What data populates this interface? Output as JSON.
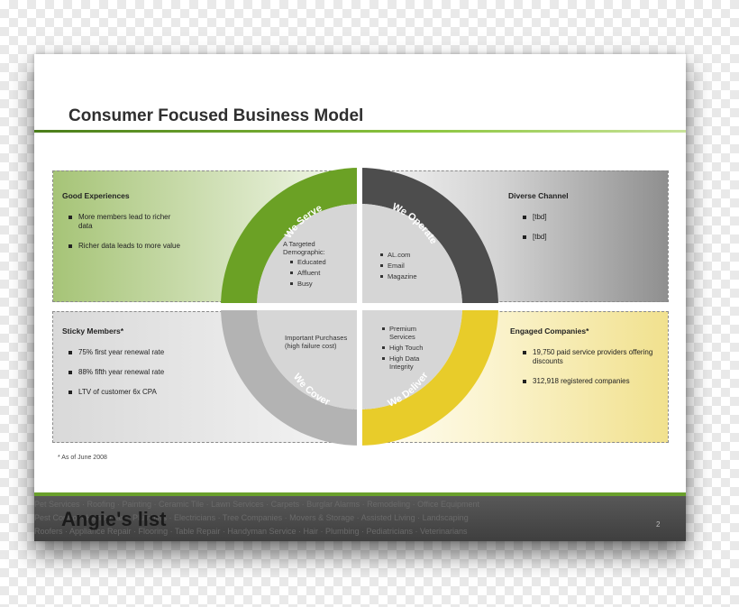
{
  "slide": {
    "title": "Consumer Focused Business Model",
    "footnote": "* As of June 2008",
    "page_number": "2",
    "logo": "Angie's list",
    "ticker": [
      "Pet Services · Roofing · Painting · Ceramic Tile · Lawn Services · Carpets · Burglar Alarms · Remodeling · Office Equipment",
      "Pest Control · Handyman · Plumbers · Electricians · Tree Companies · Movers & Storage · Assisted Living · Landscaping",
      "Roofers · Appliance Repair · Flooring · Table Repair · Handyman Service · Hair · Plumbing · Pediatricians · Veterinarians"
    ]
  },
  "quadrants": {
    "top_left": {
      "heading": "Good Experiences",
      "bullets": [
        "More members lead to richer data",
        "Richer data leads to more value"
      ]
    },
    "top_right": {
      "heading": "Diverse Channel",
      "bullets": [
        "[tbd]",
        "[tbd]"
      ]
    },
    "bottom_left": {
      "heading": "Sticky Members*",
      "bullets": [
        "75% first year renewal rate",
        "88% fifth year renewal rate",
        "LTV of customer 6x CPA"
      ]
    },
    "bottom_right": {
      "heading": "Engaged Companies*",
      "bullets": [
        "19,750 paid service providers offering discounts",
        "312,918 registered companies"
      ]
    }
  },
  "ring": {
    "serve": {
      "label": "We Serve",
      "color": "#6ba125"
    },
    "operate": {
      "label": "We Operate",
      "color": "#4d4d4d"
    },
    "cover": {
      "label": "We Cover",
      "color": "#b3b3b3"
    },
    "deliver": {
      "label": "We Deliver",
      "color": "#e8cc2a"
    }
  },
  "center": {
    "serve": {
      "intro": "A Targeted Demographic:",
      "items": [
        "Educated",
        "Affluent",
        "Busy"
      ]
    },
    "operate": {
      "items": [
        "AL.com",
        "Email",
        "Magazine"
      ]
    },
    "cover": {
      "text": "Important Purchases (high failure cost)"
    },
    "deliver": {
      "items": [
        "Premium Services",
        "High Touch",
        "High Data Integrity"
      ]
    }
  },
  "colors": {
    "inner_disc": "#d6d6d6",
    "accent_green": "#6aa02c"
  }
}
